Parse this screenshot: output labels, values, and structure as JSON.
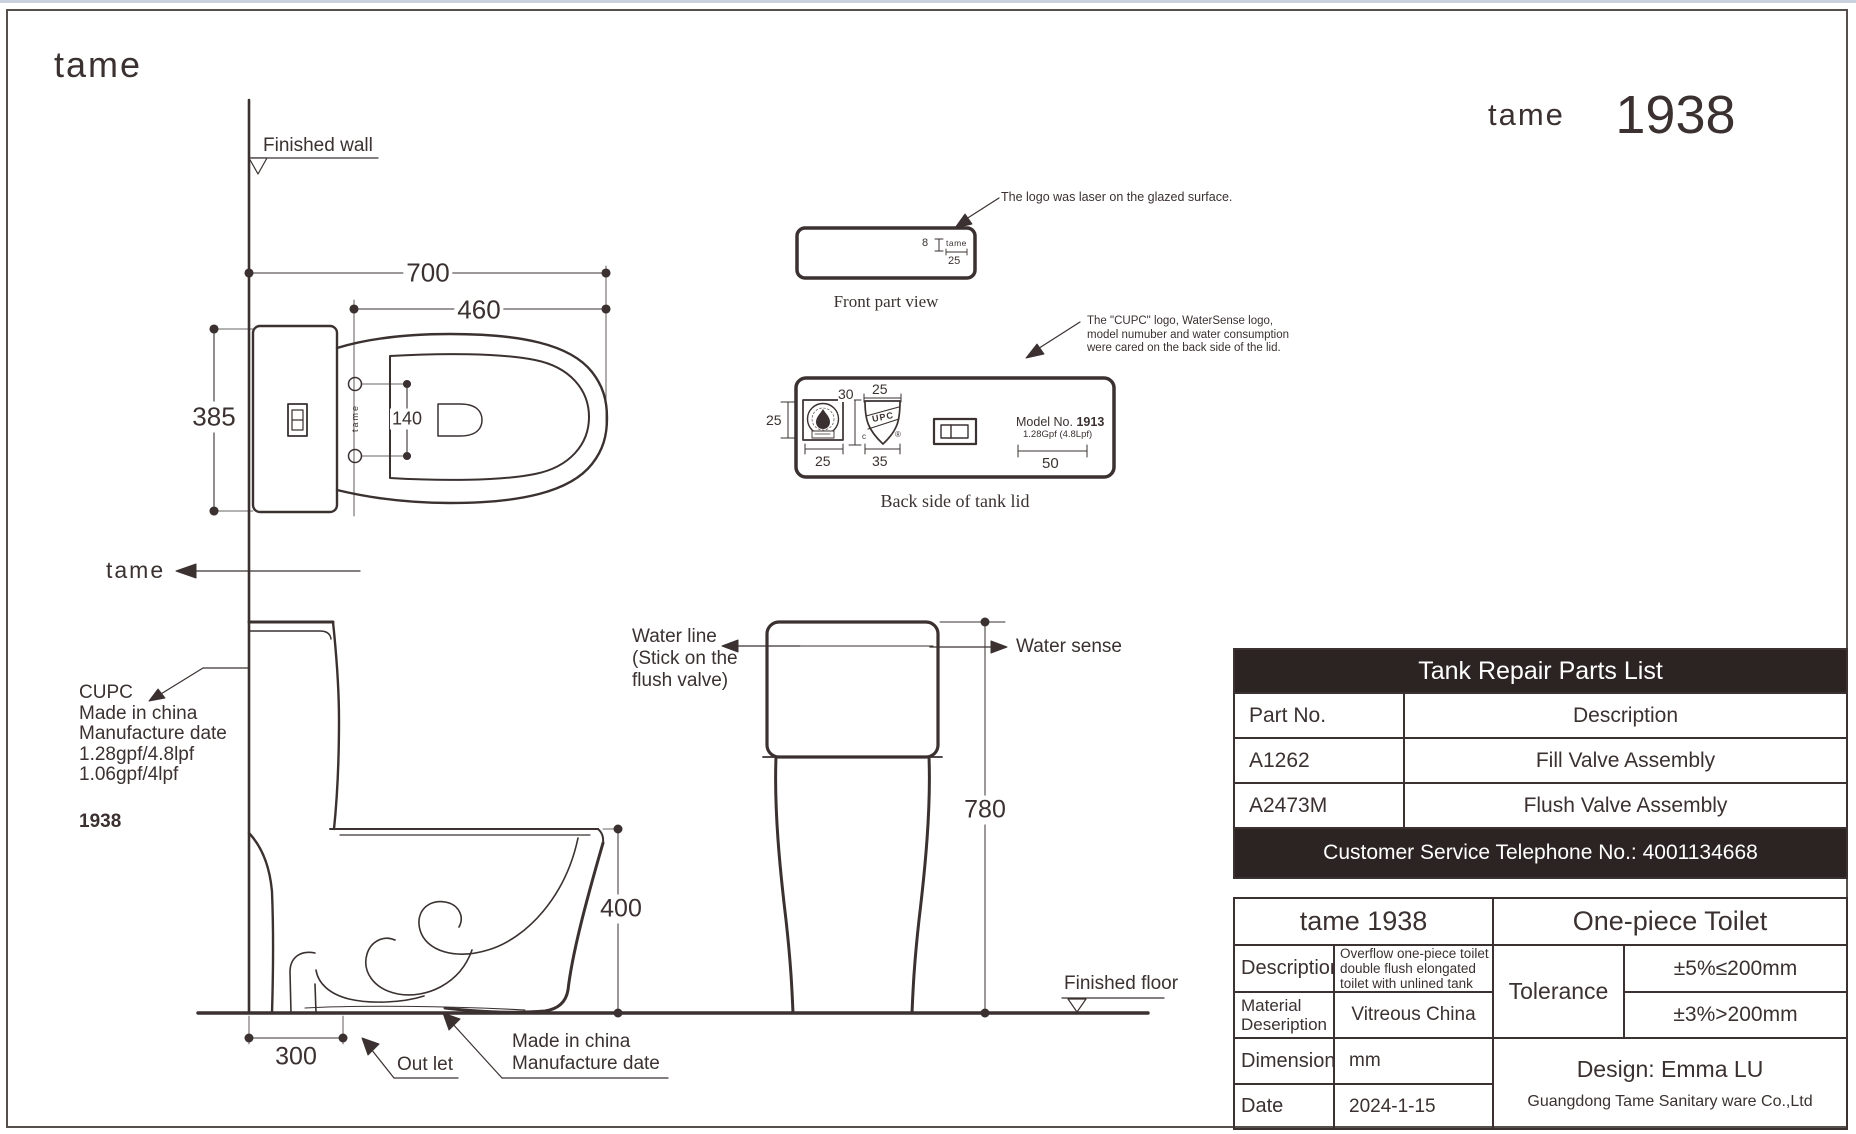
{
  "brand": {
    "logo": "tame"
  },
  "header": {
    "logo": "tame",
    "model": "1938"
  },
  "wall": {
    "label": "Finished wall"
  },
  "floor": {
    "label": "Finished floor"
  },
  "plan": {
    "dim_length": "700",
    "dim_seat": "460",
    "dim_width": "385",
    "dim_holes": "140",
    "logo_vertical": "tame"
  },
  "tame_callout": {
    "label": "tame"
  },
  "front_part": {
    "caption": "Front part view",
    "dim_logo_height": "8",
    "logo": "tame",
    "dim_logo_width": "25",
    "annotation": "The logo was laser on the glazed surface."
  },
  "lid": {
    "caption": "Back side of tank lid",
    "annotation_1": "The  \"CUPC\" logo, WaterSense logo,",
    "annotation_2": "model numuber and water consumption",
    "annotation_3": "were cared on the back side of the lid.",
    "ws_height": "25",
    "ws_width": "25",
    "shield_height": "30",
    "shield_top_width": "25",
    "shield_bottom_width": "35",
    "upc": "UPC",
    "upc_c": "c",
    "upc_r": "®",
    "model_label": "Model No.",
    "model_value": "1913",
    "consumption": "1.28Gpf (4.8Lpf)",
    "dim_model_width": "50"
  },
  "side": {
    "dim_height": "400",
    "dim_outlet": "300",
    "outlet": "Out let",
    "made_1": "Made in china",
    "made_2": "Manufacture date"
  },
  "front": {
    "dim_height": "780",
    "water_line_1": "Water line",
    "water_line_2": "(Stick on the",
    "water_line_3": "flush valve)",
    "water_sense": "Water sense"
  },
  "notes": {
    "l1": "CUPC",
    "l2": "Made in china",
    "l3": "Manufacture date",
    "l4": "1.28gpf/4.8lpf",
    "l5": "1.06gpf/4lpf",
    "model": "1938"
  },
  "parts_table": {
    "title": "Tank Repair Parts List",
    "col_part": "Part No.",
    "col_desc": "Description",
    "rows": [
      {
        "part": "A1262",
        "desc": "Fill Valve Assembly"
      },
      {
        "part": "A2473M",
        "desc": "Flush Valve Assembly"
      }
    ],
    "footer": "Customer Service Telephone No.: 4001134668"
  },
  "spec_table": {
    "product": "tame 1938",
    "type": "One-piece Toilet",
    "desc_label": "Description",
    "desc_1": "Overflow one-piece toilet",
    "desc_2": "double flush elongated",
    "desc_3": "toilet with unlined tank",
    "material_label_1": "Material",
    "material_label_2": "Deseription",
    "material_value": "Vitreous China",
    "tolerance_label": "Tolerance",
    "tolerance_1": "±5%≤200mm",
    "tolerance_2": "±3%>200mm",
    "dimensions_label": "Dimensions",
    "dimensions_value": "mm",
    "date_label": "Date",
    "date_value": "2024-1-15",
    "design": "Design: Emma LU",
    "company": "Guangdong Tame Sanitary ware Co.,Ltd"
  },
  "colors": {
    "ink": "#3a3130",
    "table_dark": "#2b2422",
    "frame": "#55504e",
    "top_strip": "#c9d2de"
  }
}
